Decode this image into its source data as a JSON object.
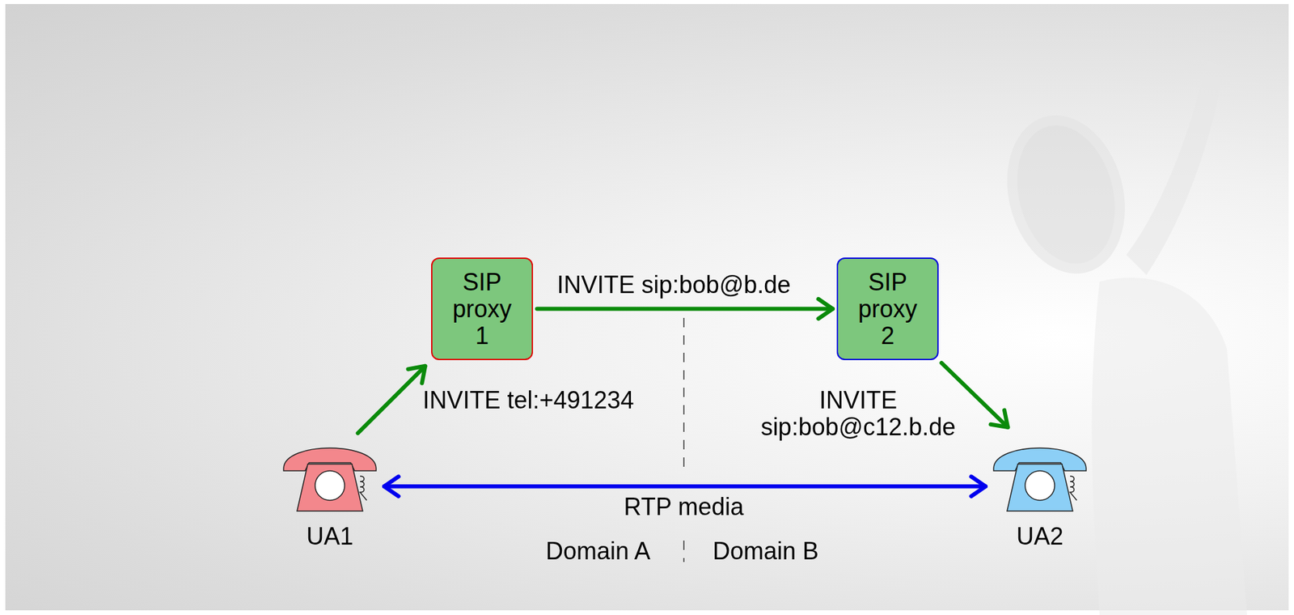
{
  "diagram": {
    "nodes": [
      {
        "text": [
          "SIP proxy 1"
        ]
      },
      {
        "text": [
          "SIP proxy 2"
        ]
      },
      {
        "text": [
          "UA1"
        ]
      },
      {
        "text": [
          "UA2"
        ]
      }
    ],
    "edges": [
      {
        "from": 2,
        "to": 0,
        "arrow": "to",
        "label": "INVITE tel:+491234"
      },
      {
        "from": 0,
        "to": 1,
        "arrow": "to",
        "label": "INVITE sip:bob@b.de"
      },
      {
        "from": 1,
        "to": 3,
        "arrow": "to",
        "label": "INVITE sip:bob@c12.b.de"
      },
      {
        "from": 2,
        "to": 3,
        "arrow": "both",
        "label": "RTP media"
      }
    ],
    "labels": [
      "Domain A",
      "Domain B"
    ]
  }
}
